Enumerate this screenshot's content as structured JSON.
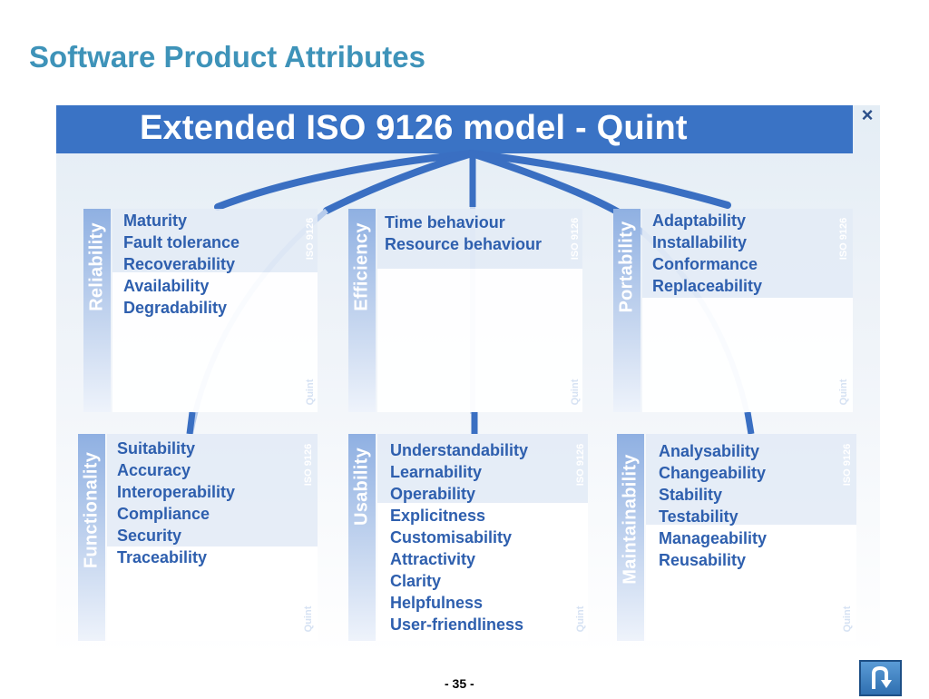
{
  "slide": {
    "title": "Software Product Attributes",
    "page_number": "- 35 -"
  },
  "model": {
    "title": "Extended ISO 9126 model - Quint",
    "close_symbol": "×"
  },
  "tags": {
    "iso": "ISO 9126",
    "quint": "Quint"
  },
  "colors": {
    "title_text": "#3e93b9",
    "band": "#3a73c5",
    "attribute_text": "#2e5fae",
    "arc": "#3a6fc2"
  },
  "categories": [
    {
      "name": "Reliability",
      "attributes": [
        "Maturity",
        "Fault tolerance",
        "Recoverability",
        "Availability",
        "Degradability"
      ]
    },
    {
      "name": "Efficiency",
      "attributes": [
        "Time behaviour",
        "Resource behaviour"
      ]
    },
    {
      "name": "Portability",
      "attributes": [
        "Adaptability",
        "Installability",
        "Conformance",
        "Replaceability"
      ]
    },
    {
      "name": "Functionality",
      "attributes": [
        "Suitability",
        "Accuracy",
        "Interoperability",
        "Compliance",
        "Security",
        "Traceability"
      ]
    },
    {
      "name": "Usability",
      "attributes": [
        "Understandability",
        "Learnability",
        "Operability",
        "Explicitness",
        "Customisability",
        "Attractivity",
        "Clarity",
        "Helpfulness",
        "User-friendliness"
      ]
    },
    {
      "name": "Maintainability",
      "attributes": [
        "Analysability",
        "Changeability",
        "Stability",
        "Testability",
        "Manageability",
        "Reusability"
      ]
    }
  ],
  "icons": {
    "close": "close-icon",
    "return": "return-u-turn-icon"
  }
}
